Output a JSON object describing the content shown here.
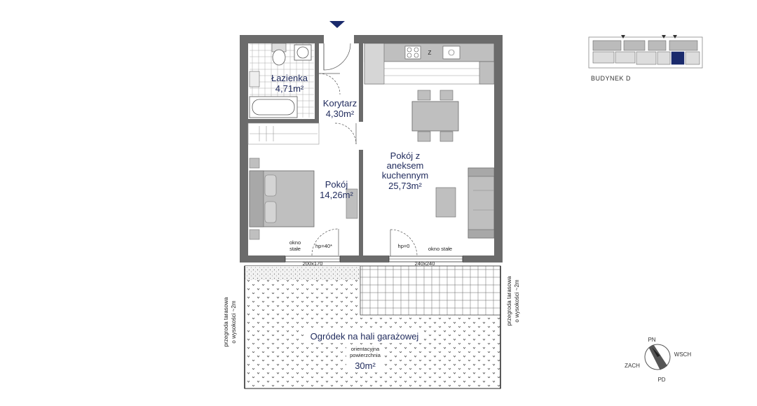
{
  "rooms": {
    "bathroom": {
      "name": "Łazienka",
      "area": "4,71m²"
    },
    "corridor": {
      "name": "Korytarz",
      "area": "4,30m²"
    },
    "bedroom": {
      "name": "Pokój",
      "area": "14,26m²"
    },
    "living": {
      "line1": "Pokój z",
      "line2": "aneksem",
      "line3": "kuchennym",
      "area": "25,73m²"
    }
  },
  "windows": {
    "left": {
      "size": "200x170",
      "type_line1": "okno",
      "type_line2": "stałe",
      "sill": "hp=40*"
    },
    "right": {
      "size": "240x240",
      "type": "okno stałe",
      "sill": "hp=0"
    }
  },
  "garden": {
    "name": "Ogródek na hali garażowej",
    "note_line1": "orientacyjna",
    "note_line2": "powierzchnia",
    "area": "30m²"
  },
  "partition": {
    "line1": "przegroda tarasowa",
    "line2": "o wysokości ~2m"
  },
  "building": {
    "label": "BUDYNEK D"
  },
  "compass": {
    "north": "PN",
    "east": "WSCH",
    "west": "ZACH",
    "south": "PD"
  },
  "kitchen": {
    "fridge_mark": "Z"
  },
  "colors": {
    "text": "#1f2a5c",
    "wall": "#6b6b6b",
    "accent": "#1a2a6c",
    "furniture": "#bfbfbf"
  }
}
